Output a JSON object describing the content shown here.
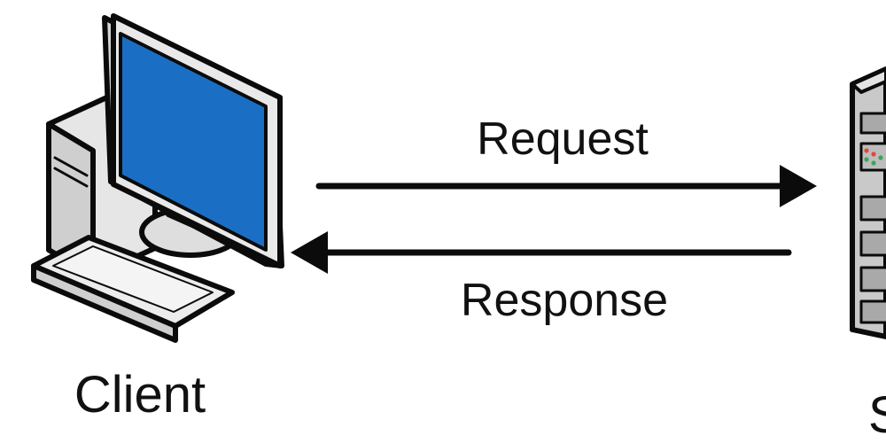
{
  "labels": {
    "request": "Request",
    "response": "Response",
    "client": "Client",
    "server_partial": "S"
  },
  "colors": {
    "stroke": "#0b0b0b",
    "screen": "#1a6fc4",
    "device_light": "#ececec",
    "device_mid": "#cfcfcf",
    "device_dark": "#a9a9a9",
    "server_led_red": "#e0483a",
    "server_led_green": "#3aa657"
  },
  "icons": {
    "client": "desktop-computer-icon",
    "server": "server-rack-icon"
  }
}
